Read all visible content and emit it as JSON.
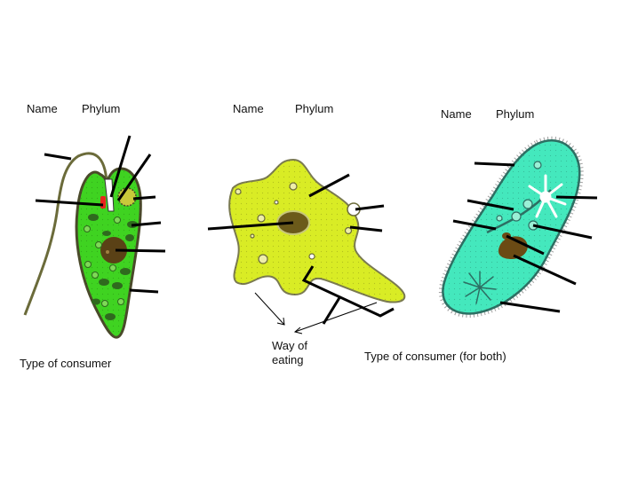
{
  "euglena": {
    "name_label": "Name",
    "phylum_label": "Phylum",
    "consumer_label": "Type of consumer"
  },
  "amoeba": {
    "name_label": "Name",
    "phylum_label": "Phylum",
    "eating_label": "Way of eating"
  },
  "paramecium": {
    "name_label": "Name",
    "phylum_label": "Phylum"
  },
  "shared": {
    "consumer_both_label": "Type of consumer (for both)"
  },
  "colors": {
    "euglena_body": "#3fd321",
    "euglena_outline": "#4a4a2a",
    "chloroplast": "#2f6a1e",
    "nucleus": "#5a4116",
    "amoeba_body": "#d9ec25",
    "paramecium_body": "#44e8bd",
    "leader_line": "#000000"
  }
}
